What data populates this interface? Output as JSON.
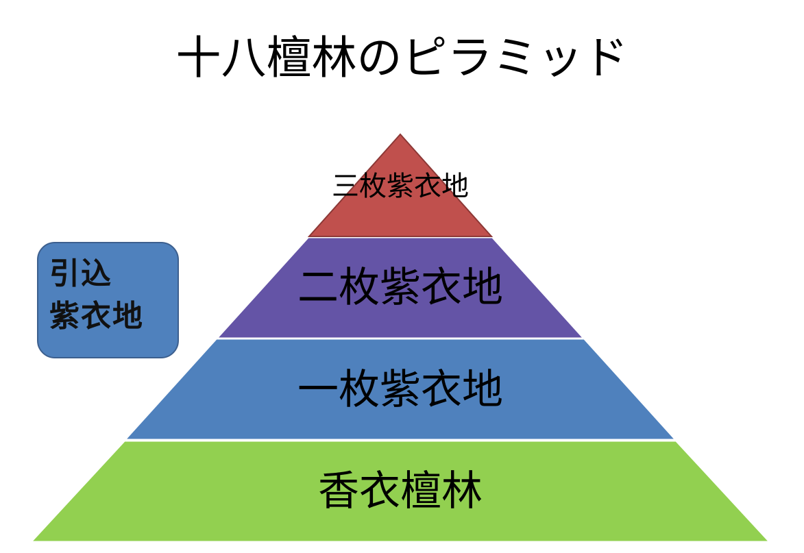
{
  "title": "十八檀林のピラミッド",
  "pyramid": {
    "tiers": [
      {
        "label": "三枚紫衣地",
        "color": "#c0504d"
      },
      {
        "label": "二枚紫衣地",
        "color": "#6454a6"
      },
      {
        "label": "一枚紫衣地",
        "color": "#4f81bd"
      },
      {
        "label": "香衣檀林",
        "color": "#92d050"
      }
    ]
  },
  "side_box": {
    "line1": "引込",
    "line2": "紫衣地",
    "color": "#4f81bd"
  }
}
